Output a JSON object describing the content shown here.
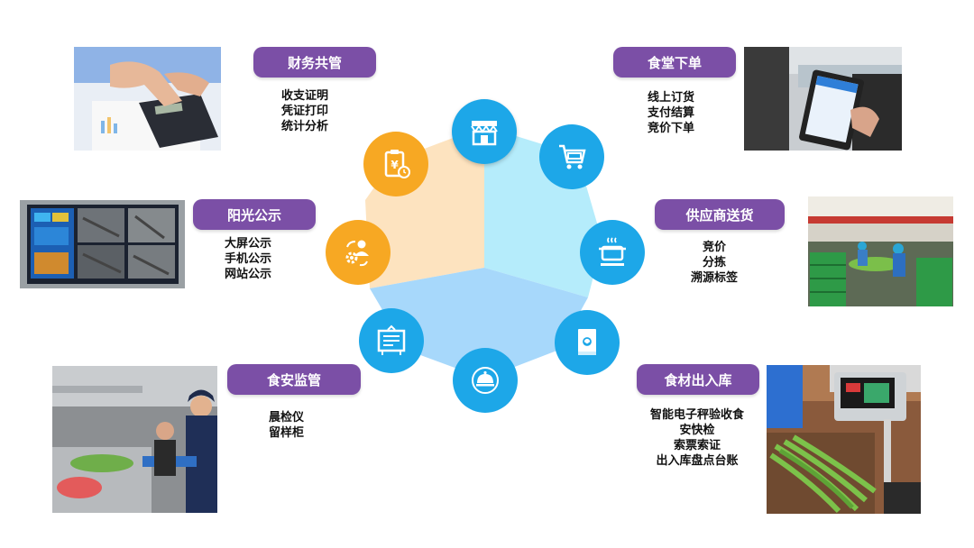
{
  "colors": {
    "pill": "#7b4fa6",
    "circle_blue": "#1da7e8",
    "circle_orange": "#f7a823",
    "sector_light_blue": "#b5ecfb",
    "sector_mid_blue": "#a7d8fb",
    "sector_peach": "#fde3bf"
  },
  "modules": {
    "finance": {
      "title": "财务共管",
      "items": [
        "收支证明",
        "凭证打印",
        "统计分析"
      ],
      "icon": "clipboard-yen-icon"
    },
    "canteen_order": {
      "title": "食堂下单",
      "items": [
        "线上订货",
        "支付结算",
        "竞价下单"
      ],
      "icon": "cart-icon"
    },
    "public": {
      "title": "阳光公示",
      "items": [
        "大屏公示",
        "手机公示",
        "网站公示"
      ],
      "icon": "person-gear-icon"
    },
    "supplier": {
      "title": "供应商送货",
      "items": [
        "竞价",
        "分拣",
        "溯源标签"
      ],
      "icon": "cooking-pot-icon"
    },
    "safety": {
      "title": "食安监管",
      "items": [
        "晨检仪",
        "留样柜"
      ],
      "icon": "notice-board-icon"
    },
    "storage": {
      "title": "食材出入库",
      "items": [
        "智能电子秤验收食",
        "安快检",
        "索票索证",
        "出入库盘点台账"
      ],
      "icon": "package-icon"
    },
    "center_top": {
      "icon": "storefront-icon"
    },
    "center_bottom": {
      "icon": "cloche-icon"
    }
  },
  "photos": [
    "calculator-photo",
    "tablet-order-photo",
    "screen-monitor-photo",
    "warehouse-sorting-photo",
    "kitchen-inspection-photo",
    "smart-scale-photo"
  ]
}
